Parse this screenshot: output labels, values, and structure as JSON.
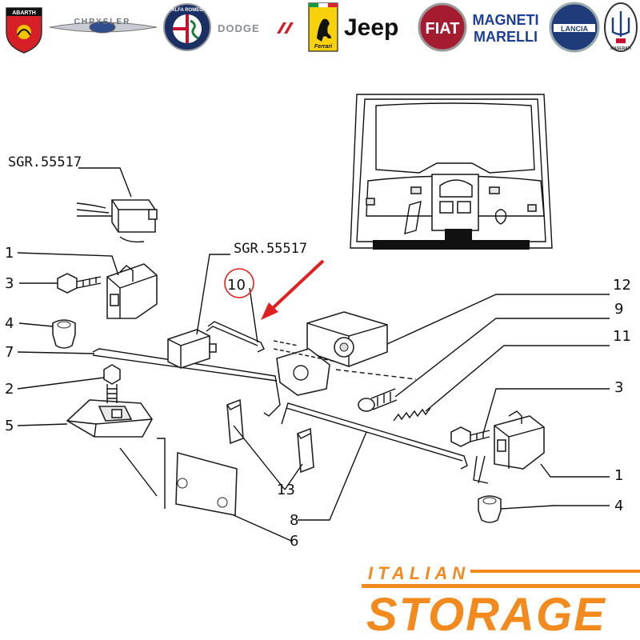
{
  "brands": {
    "abarth": "ABARTH",
    "chrysler": "CHRYSLER",
    "alfa_romeo": "ALFA ROMEO",
    "dodge": "DODGE",
    "ferrari": "Ferrari",
    "jeep": "Jeep",
    "fiat": "FIAT",
    "magneti_marelli_line1": "MAGNETI",
    "magneti_marelli_line2": "MARELLI",
    "lancia": "LANCIA",
    "maserati": "MASERATI"
  },
  "callouts": {
    "sgr_top": "SGR.55517",
    "sgr_mid": "SGR.55517",
    "c1_left": "1",
    "c3_left": "3",
    "c4_left": "4",
    "c7": "7",
    "c2": "2",
    "c5": "5",
    "c10": "10",
    "c12": "12",
    "c9": "9",
    "c11": "11",
    "c3_right": "3",
    "c1_right": "1",
    "c4_right": "4",
    "c13": "13",
    "c8": "8",
    "c6": "6"
  },
  "footer_logo": {
    "line1": "ITALIAN",
    "line2": "STORAGE"
  },
  "colors": {
    "accent_orange": "#f28a1e",
    "highlight_red": "#e02020",
    "ink": "#111111"
  }
}
